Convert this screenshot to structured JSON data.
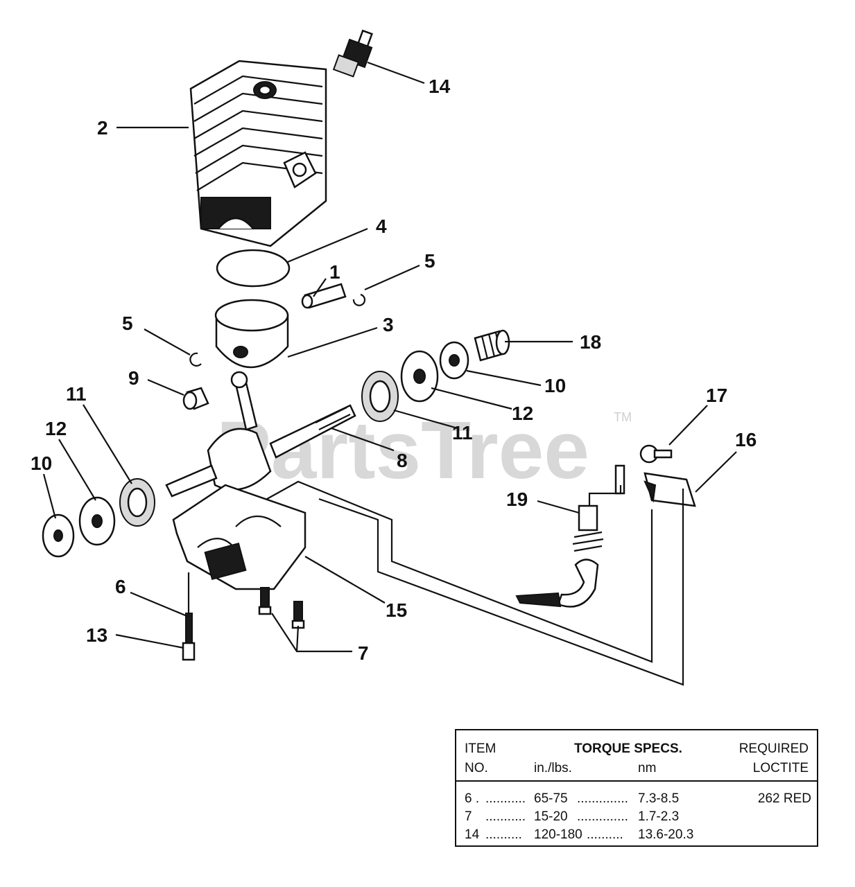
{
  "watermark": {
    "text": "PartsTree",
    "trademark": "TM"
  },
  "callouts": [
    "14",
    "2",
    "4",
    "5",
    "1",
    "5",
    "3",
    "18",
    "9",
    "10",
    "11",
    "12",
    "11",
    "12",
    "8",
    "17",
    "16",
    "10",
    "19",
    "6",
    "15",
    "13",
    "7"
  ],
  "table": {
    "header": {
      "item": "ITEM",
      "no": "NO.",
      "torque": "TORQUE SPECS.",
      "in_lbs": "in./lbs.",
      "nm": "nm",
      "required": "REQUIRED",
      "loctite": "LOCTITE"
    },
    "rows": [
      {
        "item": "6 .",
        "dots1": "...........",
        "in_lbs": "65-75",
        "dots2": "..............",
        "nm": "7.3-8.5",
        "loctite": "262 RED"
      },
      {
        "item": "7",
        "dots1": "...........",
        "in_lbs": "15-20",
        "dots2": "..............",
        "nm": "1.7-2.3",
        "loctite": ""
      },
      {
        "item": "14",
        "dots1": "..........",
        "in_lbs": "120-180",
        "dots2": "..........",
        "nm": "13.6-20.3",
        "loctite": ""
      }
    ]
  }
}
